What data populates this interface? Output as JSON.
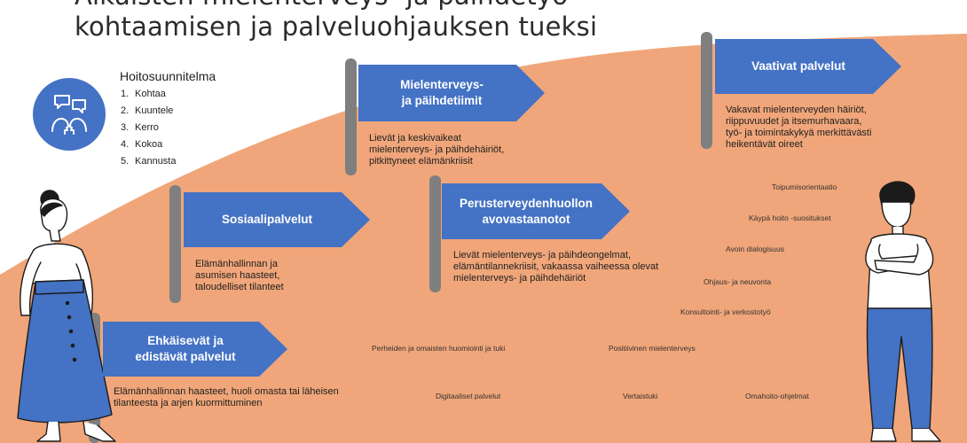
{
  "slide": {
    "title_line1": "Aikuisten mielenterveys- ja päihdetyö",
    "title_line2": "kohtaamisen ja palveluohjauksen tueksi"
  },
  "colors": {
    "accent_blue": "#4472c4",
    "band_orange": "#f0a67a",
    "pole_gray": "#7f7f7f"
  },
  "hoitosuunnitelma": {
    "icon": "dialogue-people-icon",
    "title": "Hoitosuunnitelma",
    "steps": [
      {
        "num": "1.",
        "label": "Kohtaa"
      },
      {
        "num": "2.",
        "label": "Kuuntele"
      },
      {
        "num": "3.",
        "label": "Kerro"
      },
      {
        "num": "4.",
        "label": "Kokoa"
      },
      {
        "num": "5.",
        "label": "Kannusta"
      }
    ]
  },
  "services": [
    {
      "label": "Ehkäisevät ja\nedistävät palvelut",
      "description": "Elämänhallinnan haasteet, huoli omasta tai läheisen\ntilanteesta ja arjen kuormittuminen"
    },
    {
      "label": "Sosiaalipalvelut",
      "description": "Elämänhallinnan ja\nasumisen haasteet,\ntaloudelliset tilanteet"
    },
    {
      "label": "Mielenterveys-\nja päihdetiimit",
      "description": "Lievät ja keskivaikeat\nmielenterveys- ja päihdehäiriöt,\npitkittyneet elämänkriisit"
    },
    {
      "label": "Perusterveydenhuollon\navovastaanotot",
      "description": "Lievät mielenterveys- ja päihdeongelmat,\nelämäntilannekriisit, vakaassa vaiheessa olevat\nmielenterveys- ja päihdehäiriöt"
    },
    {
      "label": "Vaativat palvelut",
      "description": "Vakavat mielenterveyden häiriöt,\nriippuvuudet ja itsemurhavaara,\ntyö- ja toimintakykyä merkittävästi\nheikentävät oireet"
    }
  ],
  "approaches": [
    "Toipumisorientaatio",
    "Käypä hoito -suositukset",
    "Avoin dialogisuus",
    "Ohjaus- ja neuvonta",
    "Konsultointi- ja verkostotyö",
    "Perheiden ja omaisten huomiointi ja tuki",
    "Positiivinen mielenterveys",
    "Digitaaliset palvelut",
    "Vertaistuki",
    "Omahoito-ohjelmat"
  ],
  "figures": {
    "left": "standing-woman-illustration",
    "right": "standing-man-illustration"
  }
}
